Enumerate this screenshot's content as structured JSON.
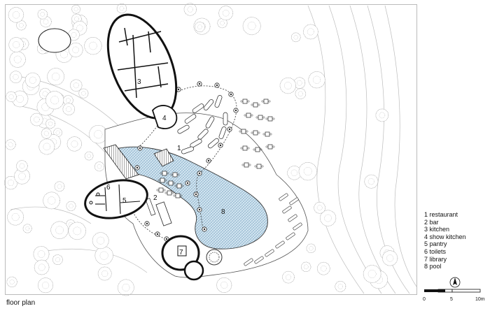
{
  "caption": "floor plan",
  "room_labels": {
    "r1": "1",
    "r2": "2",
    "r3": "3",
    "r4": "4",
    "r5": "5",
    "r6": "6",
    "r7": "7",
    "r8": "8"
  },
  "legend": [
    "1 restaurant",
    "2 bar",
    "3 kitchen",
    "4 show kitchen",
    "5 pantry",
    "6 toilets",
    "7 library",
    "8 pool"
  ],
  "scale": {
    "ticks": [
      "0",
      "5",
      "10m"
    ]
  },
  "icons": {
    "north": "north-arrow-icon",
    "tree": "tree-icon"
  },
  "colors": {
    "walls": "#111111",
    "pool_fill": "#cfe3ef",
    "pool_hatch": "#7fa8c4",
    "trees": "#9a9a9a",
    "contours": "#b8b8b8"
  }
}
